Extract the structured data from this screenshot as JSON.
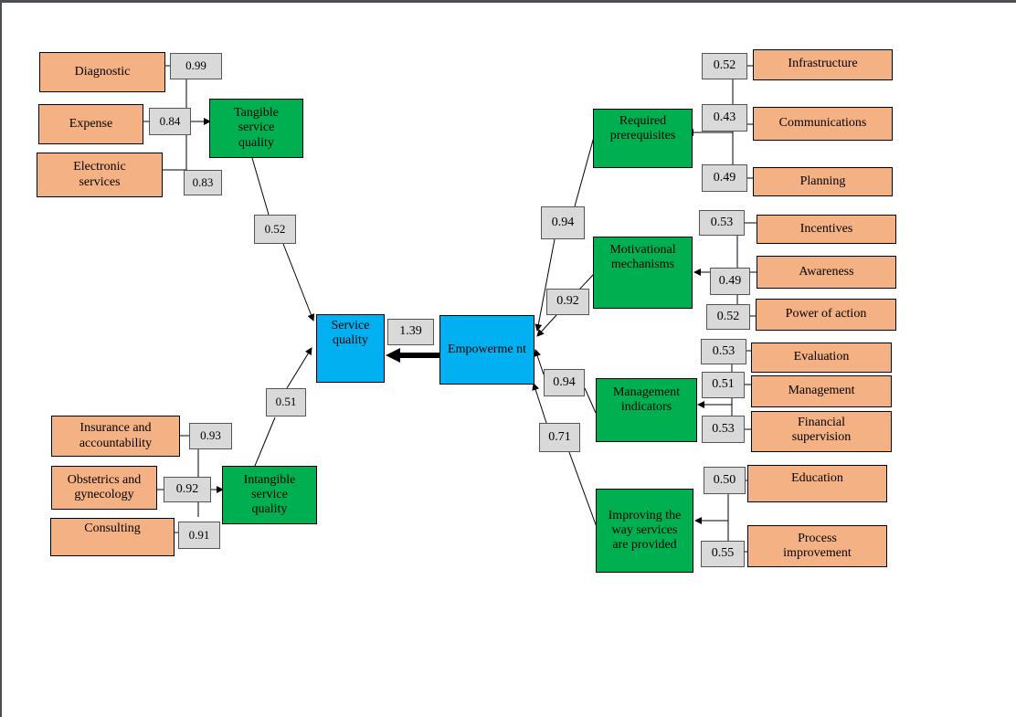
{
  "colors": {
    "indicator": "#f4b183",
    "dimension": "#00b050",
    "construct": "#00b0f0",
    "weight": "#d9d9d9"
  },
  "service_quality": {
    "label": "Service quality",
    "tangible": {
      "label": "Tangible service quality",
      "path": "0.52",
      "indicators": [
        {
          "label": "Diagnostic",
          "loading": "0.99"
        },
        {
          "label": "Expense",
          "loading": "0.84"
        },
        {
          "label": "Electronic services",
          "loading": "0.83"
        }
      ]
    },
    "intangible": {
      "label": "Intangible service quality",
      "path": "0.51",
      "indicators": [
        {
          "label": "Insurance and accountability",
          "loading": "0.93"
        },
        {
          "label": "Obstetrics and gynecology",
          "loading": "0.92"
        },
        {
          "label": "Consulting",
          "loading": "0.91"
        }
      ]
    }
  },
  "empowerment": {
    "label": "Empowerme nt",
    "effect_on_service_quality": "1.39",
    "dimensions": [
      {
        "label": "Required prerequisites",
        "path": "0.94",
        "indicators": [
          {
            "label": "Infrastructure",
            "loading": "0.52"
          },
          {
            "label": "Communications",
            "loading": "0.43"
          },
          {
            "label": "Planning",
            "loading": "0.49"
          }
        ]
      },
      {
        "label": "Motivational mechanisms",
        "path": "0.92",
        "indicators": [
          {
            "label": "Incentives",
            "loading": "0.53"
          },
          {
            "label": "Awareness",
            "loading": "0.49"
          },
          {
            "label": "Power of action",
            "loading": "0.52"
          }
        ]
      },
      {
        "label": "Management indicators",
        "path": "0.94",
        "indicators": [
          {
            "label": "Evaluation",
            "loading": "0.53"
          },
          {
            "label": "Management",
            "loading": "0.51"
          },
          {
            "label": "Financial supervision",
            "loading": "0.53"
          }
        ]
      },
      {
        "label": "Improving the way services are provided",
        "path": "0.71",
        "indicators": [
          {
            "label": "Education",
            "loading": "0.50"
          },
          {
            "label": "Process improvement",
            "loading": "0.55"
          }
        ]
      }
    ]
  }
}
